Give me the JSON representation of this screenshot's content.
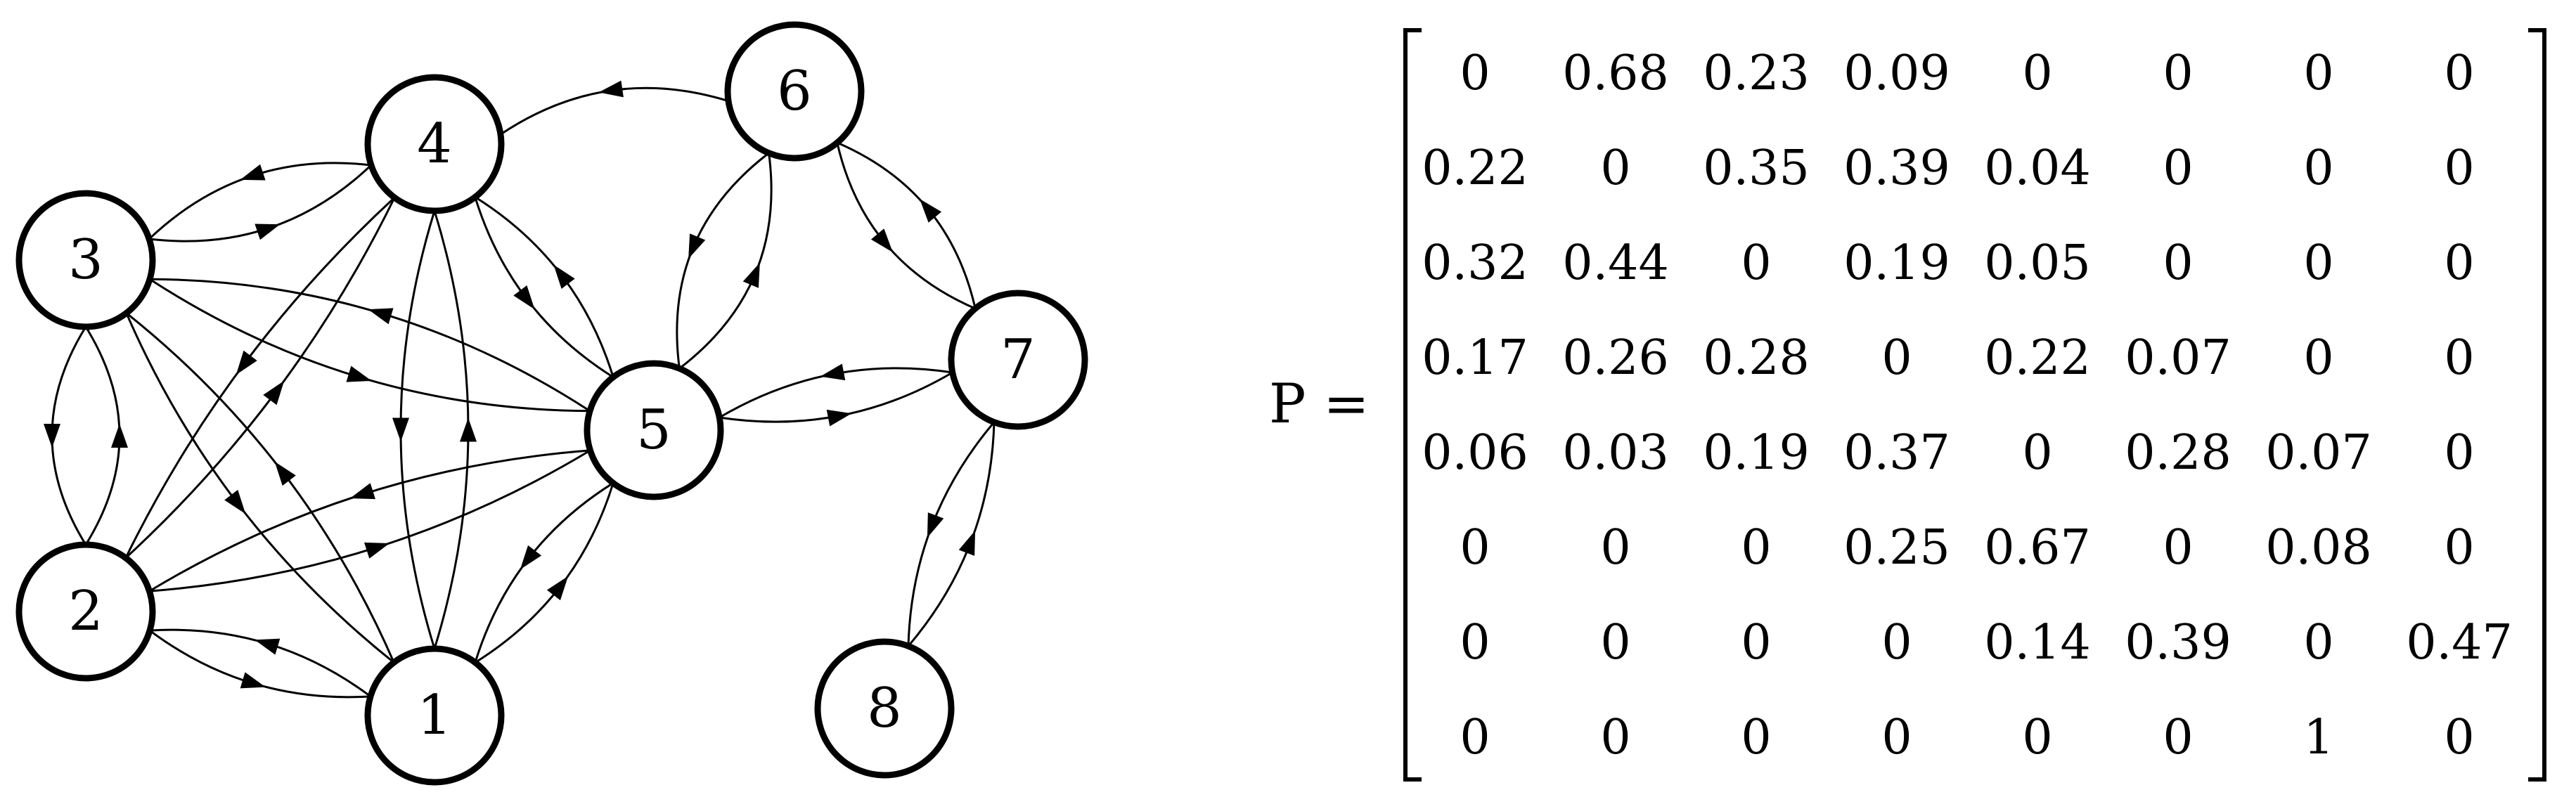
{
  "graph": {
    "nodes": [
      {
        "id": "1",
        "label": "1"
      },
      {
        "id": "2",
        "label": "2"
      },
      {
        "id": "3",
        "label": "3"
      },
      {
        "id": "4",
        "label": "4"
      },
      {
        "id": "5",
        "label": "5"
      },
      {
        "id": "6",
        "label": "6"
      },
      {
        "id": "7",
        "label": "7"
      },
      {
        "id": "8",
        "label": "8"
      }
    ],
    "edges": [
      {
        "from": "1",
        "to": "2"
      },
      {
        "from": "2",
        "to": "1"
      },
      {
        "from": "1",
        "to": "3"
      },
      {
        "from": "3",
        "to": "1"
      },
      {
        "from": "1",
        "to": "4"
      },
      {
        "from": "4",
        "to": "1"
      },
      {
        "from": "1",
        "to": "5"
      },
      {
        "from": "5",
        "to": "1"
      },
      {
        "from": "2",
        "to": "3"
      },
      {
        "from": "3",
        "to": "2"
      },
      {
        "from": "2",
        "to": "4"
      },
      {
        "from": "4",
        "to": "2"
      },
      {
        "from": "2",
        "to": "5"
      },
      {
        "from": "5",
        "to": "2"
      },
      {
        "from": "3",
        "to": "4"
      },
      {
        "from": "4",
        "to": "3"
      },
      {
        "from": "3",
        "to": "5"
      },
      {
        "from": "5",
        "to": "3"
      },
      {
        "from": "4",
        "to": "5"
      },
      {
        "from": "5",
        "to": "4"
      },
      {
        "from": "6",
        "to": "4"
      },
      {
        "from": "5",
        "to": "6"
      },
      {
        "from": "6",
        "to": "5"
      },
      {
        "from": "5",
        "to": "7"
      },
      {
        "from": "7",
        "to": "5"
      },
      {
        "from": "6",
        "to": "7"
      },
      {
        "from": "7",
        "to": "6"
      },
      {
        "from": "7",
        "to": "8"
      },
      {
        "from": "8",
        "to": "7"
      }
    ]
  },
  "matrix": {
    "label": "P =",
    "rows": [
      [
        "0",
        "0.68",
        "0.23",
        "0.09",
        "0",
        "0",
        "0",
        "0"
      ],
      [
        "0.22",
        "0",
        "0.35",
        "0.39",
        "0.04",
        "0",
        "0",
        "0"
      ],
      [
        "0.32",
        "0.44",
        "0",
        "0.19",
        "0.05",
        "0",
        "0",
        "0"
      ],
      [
        "0.17",
        "0.26",
        "0.28",
        "0",
        "0.22",
        "0.07",
        "0",
        "0"
      ],
      [
        "0.06",
        "0.03",
        "0.19",
        "0.37",
        "0",
        "0.28",
        "0.07",
        "0"
      ],
      [
        "0",
        "0",
        "0",
        "0.25",
        "0.67",
        "0",
        "0.08",
        "0"
      ],
      [
        "0",
        "0",
        "0",
        "0",
        "0.14",
        "0.39",
        "0",
        "0.47"
      ],
      [
        "0",
        "0",
        "0",
        "0",
        "0",
        "0",
        "1",
        "0"
      ]
    ]
  }
}
